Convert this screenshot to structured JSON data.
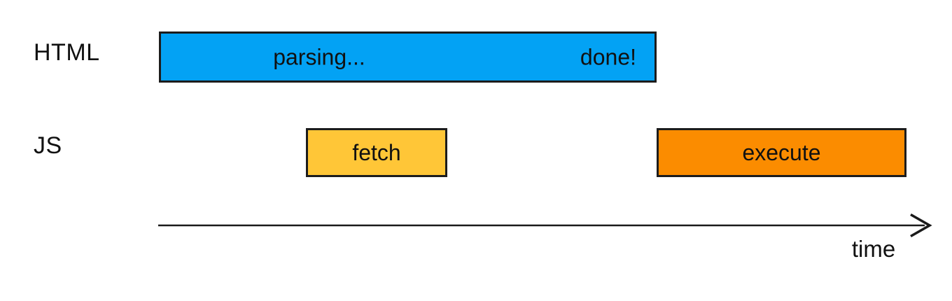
{
  "rows": {
    "html": {
      "label": "HTML",
      "parsing_bar": {
        "parsing_label": "parsing...",
        "done_label": "done!"
      }
    },
    "js": {
      "label": "JS",
      "fetch_bar": {
        "label": "fetch"
      },
      "execute_bar": {
        "label": "execute"
      }
    }
  },
  "axis": {
    "label": "time"
  },
  "colors": {
    "background": "#FFFFFF",
    "text": "#111111",
    "bar_border": "#1C1C1C",
    "html_bar_fill": "#03A2F4",
    "fetch_bar_fill": "#FFC637",
    "execute_bar_fill": "#FB8C00",
    "axis_stroke": "#1A1A1A"
  }
}
